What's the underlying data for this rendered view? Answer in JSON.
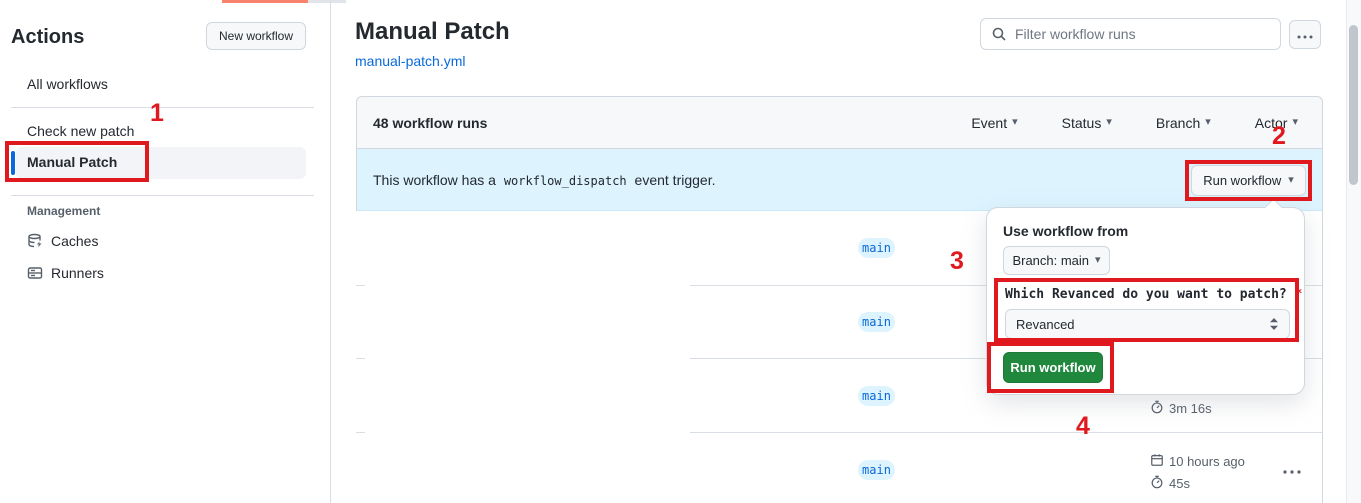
{
  "sidebar": {
    "title": "Actions",
    "new_workflow_button": "New workflow",
    "items": {
      "all_workflows": "All workflows",
      "check_new_patch": "Check new patch",
      "manual_patch": "Manual Patch"
    },
    "management": {
      "label": "Management",
      "caches": "Caches",
      "runners": "Runners"
    }
  },
  "header": {
    "title": "Manual Patch",
    "file_link": "manual-patch.yml",
    "filter_placeholder": "Filter workflow runs"
  },
  "table": {
    "runs_count": "48 workflow runs",
    "filters": {
      "event": "Event",
      "status": "Status",
      "branch": "Branch",
      "actor": "Actor"
    },
    "banner": {
      "text_before": "This workflow has a",
      "code": "workflow_dispatch",
      "text_after": "event trigger.",
      "run_workflow_button": "Run workflow"
    },
    "rows": [
      {
        "branch": "main"
      },
      {
        "branch": "main"
      },
      {
        "branch": "main",
        "duration": "3m 16s"
      },
      {
        "branch": "main",
        "time": "10 hours ago",
        "duration": "45s"
      }
    ]
  },
  "popover": {
    "title": "Use workflow from",
    "branch_button": "Branch: main",
    "input_label": "Which Revanced do you want to patch?",
    "required_marker": "*",
    "select_value": "Revanced",
    "run_button": "Run workflow"
  },
  "annotations": {
    "step1": "1",
    "step2": "2",
    "step3": "3",
    "step4": "4",
    "color": "#e0191f"
  },
  "icons": {
    "caret_down": "▾",
    "search": "magnifier",
    "kebab": "three-dots",
    "stopwatch": "stopwatch",
    "calendar": "calendar",
    "caches": "database",
    "runners": "server",
    "select_updown": "up-down-arrows"
  }
}
